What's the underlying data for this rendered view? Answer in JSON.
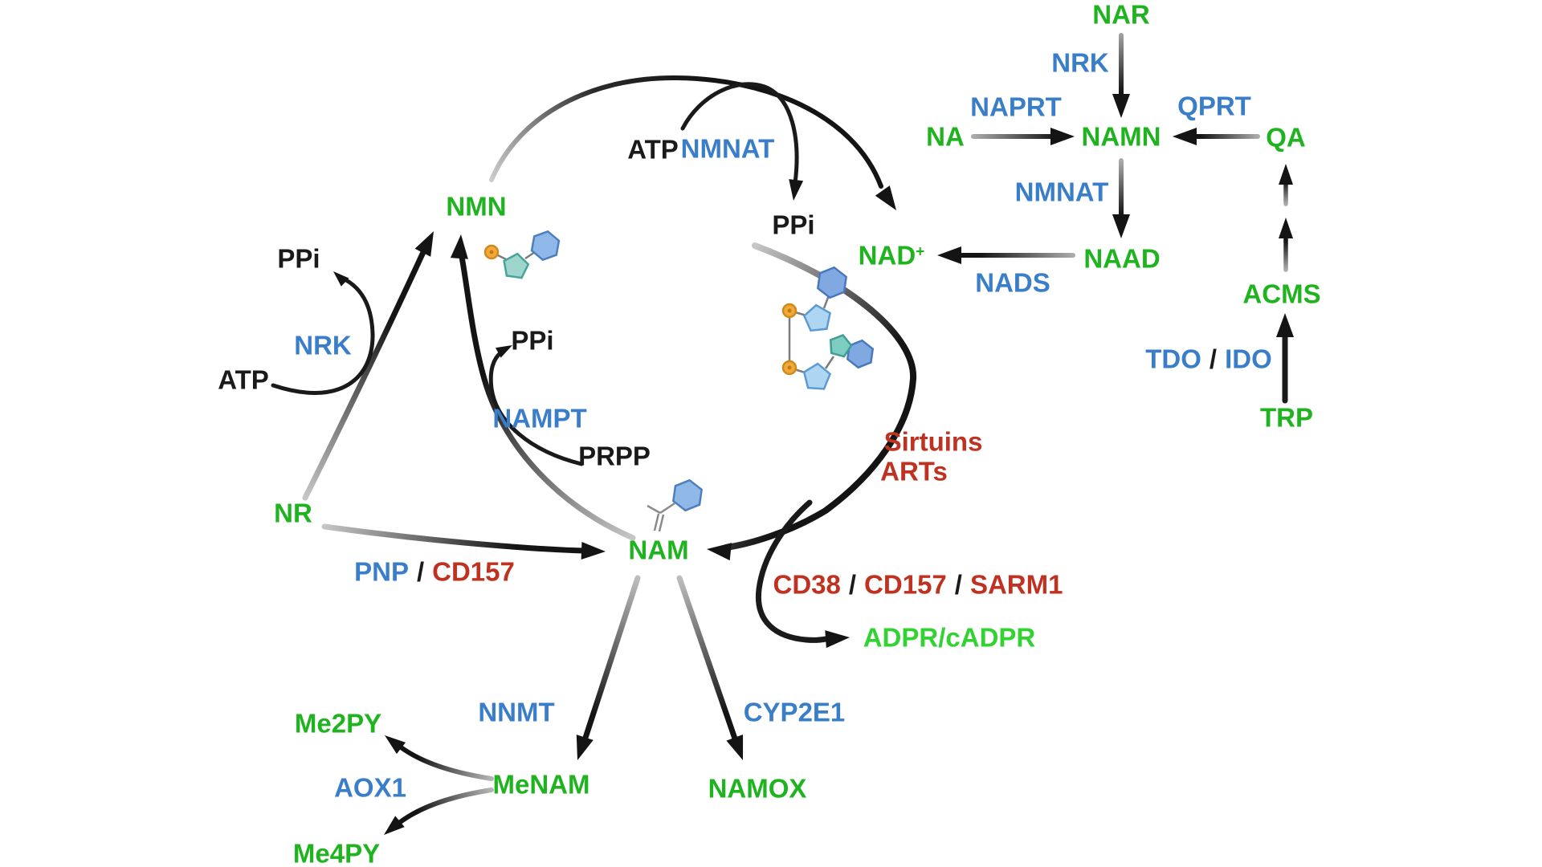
{
  "colors": {
    "metabolite": "#1fb31f",
    "metabolite_bright": "#32d232",
    "enzyme": "#3a7ec9",
    "consumer": "#bf3221",
    "cofactor": "#1a1a1a"
  },
  "labels": {
    "metabolites": {
      "nar": "NAR",
      "na": "NA",
      "namn": "NAMN",
      "qa": "QA",
      "naad": "NAAD",
      "nad_base": "NAD",
      "nad_sup": "+",
      "acms": "ACMS",
      "trp": "TRP",
      "nmn": "NMN",
      "nr": "NR",
      "nam": "NAM",
      "adpr": "ADPR/cADPR",
      "menam": "MeNAM",
      "namox": "NAMOX",
      "me2py": "Me2PY",
      "me4py": "Me4PY"
    },
    "enzymes": {
      "nrk_right": "NRK",
      "naprt": "NAPRT",
      "qprt": "QPRT",
      "nmnat_right": "NMNAT",
      "nads": "NADS",
      "tdo": "TDO",
      "ido": "IDO",
      "nrk_left": "NRK",
      "nampt": "NAMPT",
      "nmnat_top": "NMNAT",
      "pnp": "PNP",
      "nnmt": "NNMT",
      "cyp2e1": "CYP2E1",
      "aox1": "AOX1"
    },
    "consumers": {
      "sirtuins": "Sirtuins",
      "arts": "ARTs",
      "cd38": "CD38",
      "cd157_mid": "CD157",
      "sarm1": "SARM1",
      "cd157_pnp": "CD157"
    },
    "cofactors": {
      "ppi_left": "PPi",
      "ppi_mid": "PPi",
      "ppi_top": "PPi",
      "atp_left": "ATP",
      "atp_top": "ATP",
      "prpp": "PRPP"
    },
    "separator": "/"
  }
}
